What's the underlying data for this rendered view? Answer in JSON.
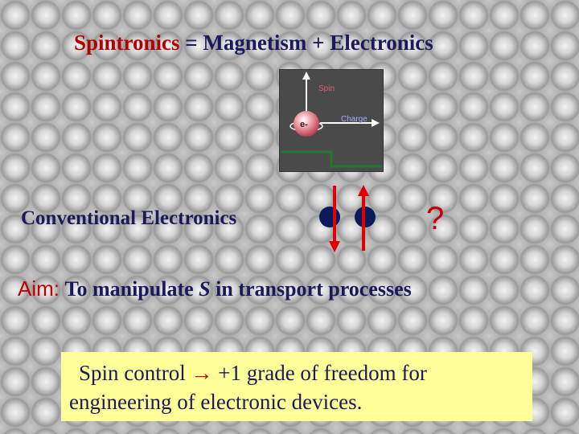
{
  "title": {
    "spintronics": "Spintronics",
    "equals": " = Magnetism + Electronics"
  },
  "diagram": {
    "spin_label": "Spin",
    "charge_label": "Charge",
    "electron_label": "e-"
  },
  "conventional": "Conventional Electronics",
  "question": "?",
  "aim": {
    "label": "Aim:",
    "text_before": "To manipulate ",
    "variable": "S",
    "text_after": " in transport processes"
  },
  "box": {
    "line1_a": "Spin control ",
    "arrow": "→",
    "line1_b": " +1 grade of freedom for",
    "line2": "engineering of electronic devices."
  },
  "colors": {
    "accent_red": "#c00000",
    "text_navy": "#1a1a5a",
    "highlight_yellow": "#ffff99",
    "electron_blue": "#0a1a5c"
  }
}
